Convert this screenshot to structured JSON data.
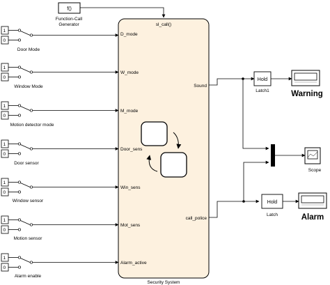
{
  "function_call_generator": {
    "glyph": "f()",
    "label_line1": "Function-Call",
    "label_line2": "Generator"
  },
  "chart": {
    "trigger_port": "sl_call()",
    "title": "Security System",
    "input_ports": [
      "D_mode",
      "W_mode",
      "M_mode",
      "Door_sens",
      "Win_sens",
      "Mot_sens",
      "Alarm_active"
    ],
    "output_ports": [
      "Sound",
      "call_police"
    ]
  },
  "switches": [
    {
      "label": "Door Mode",
      "value1": "1",
      "value0": "0"
    },
    {
      "label": "Window Mode",
      "value1": "1",
      "value0": "0"
    },
    {
      "label": "Motion detector mode",
      "value1": "1",
      "value0": "0"
    },
    {
      "label": "Door sensor",
      "value1": "1",
      "value0": "0"
    },
    {
      "label": "Window sensor",
      "value1": "1",
      "value0": "0"
    },
    {
      "label": "Motion sensor",
      "value1": "1",
      "value0": "0"
    },
    {
      "label": "Alarm enable",
      "value1": "1",
      "value0": "0"
    }
  ],
  "latch1": {
    "text": "Hold",
    "label": "Latch1"
  },
  "latch": {
    "text": "Hold",
    "label": "Latch"
  },
  "warning_display": {
    "label": "Warning"
  },
  "alarm_display": {
    "label": "Alarm"
  },
  "scope": {
    "label": "Scope"
  }
}
